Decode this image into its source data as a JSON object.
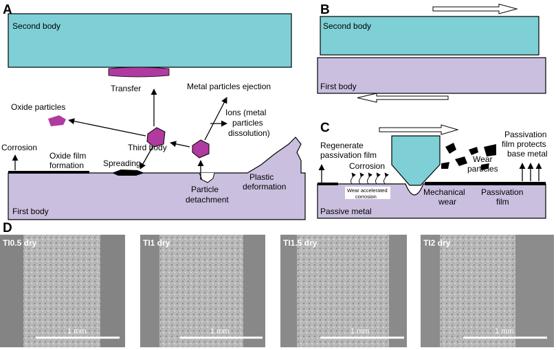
{
  "colors": {
    "cyan": "#7ecfd6",
    "lavender": "#cbbfe0",
    "magenta": "#b03aa0",
    "sem_dark": "#7a7a7a",
    "sem_light": "#bdbdbd"
  },
  "panel_a": {
    "letter": "A",
    "second_body": "Second body",
    "first_body": "First body",
    "transfer": "Transfer",
    "metal_ejection": "Metal particles ejection",
    "oxide_particles": "Oxide particles",
    "ions_l1": "Ions (metal",
    "ions_l2": "particles",
    "ions_l3": "dissolution)",
    "corrosion": "Corrosion",
    "oxide_film_l1": "Oxide film",
    "oxide_film_l2": "formation",
    "third_body": "Third body",
    "spreading": "Spreading",
    "particle_detach_l1": "Particle",
    "particle_detach_l2": "detachment",
    "plastic_l1": "Plastic",
    "plastic_l2": "deformation"
  },
  "panel_b": {
    "letter": "B",
    "second_body": "Second body",
    "first_body": "First body"
  },
  "panel_c": {
    "letter": "C",
    "regen_l1": "Regenerate",
    "regen_l2": "passivation film",
    "corrosion": "Corrosion",
    "wear_acc_l1": "Wear accelerated",
    "wear_acc_l2": "corrosion",
    "wear_particles_l1": "Wear",
    "wear_particles_l2": "particles",
    "mech_l1": "Mechanical",
    "mech_l2": "wear",
    "passfilm_l1": "Passivation",
    "passfilm_l2": "film",
    "protects_l1": "Passivation",
    "protects_l2": "film protects",
    "protects_l3": "base metal",
    "passive_metal": "Passive metal"
  },
  "panel_d": {
    "letter": "D",
    "images": [
      {
        "label": "TI0.5 dry",
        "scale": "1 mm"
      },
      {
        "label": "TI1 dry",
        "scale": "1 mm"
      },
      {
        "label": "TI1.5 dry",
        "scale": "1 mm"
      },
      {
        "label": "TI2 dry",
        "scale": "1 mm"
      }
    ]
  }
}
